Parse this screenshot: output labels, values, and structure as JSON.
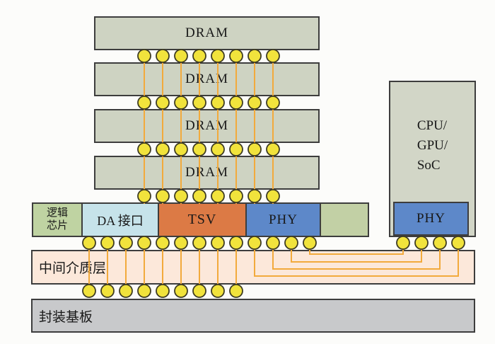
{
  "diagram": {
    "title": "HBM stacked-memory package cross-section",
    "dram_stack": {
      "labels": [
        "DRAM",
        "DRAM",
        "DRAM",
        "DRAM"
      ]
    },
    "logic_die": {
      "logic_chip_lines": [
        "逻辑",
        "芯片"
      ],
      "da_label": "DA 接口",
      "tsv_label": "TSV",
      "phy_label": "PHY"
    },
    "soc": {
      "lines": [
        "CPU/",
        "GPU/",
        "SoC"
      ],
      "phy_label": "PHY"
    },
    "interposer_label": "中间介质层",
    "substrate_label": "封装基板"
  },
  "colors": {
    "dram_fill": "#ced3c2",
    "soc_fill": "#d2d6c7",
    "logic_chip_fill": "#bfd3a2",
    "da_fill": "#c6e3ea",
    "tsv_fill": "#dc7a45",
    "phy_fill": "#5d88c9",
    "spacer_fill": "#c2d0a5",
    "interposer_fill": "#fce8da",
    "substrate_fill": "#c8c9cb",
    "bump_fill": "#f1e33c",
    "bump_stroke": "#3e3c22",
    "wire": "#f2aa3c",
    "border": "#3d3d3d",
    "text": "#181818"
  }
}
